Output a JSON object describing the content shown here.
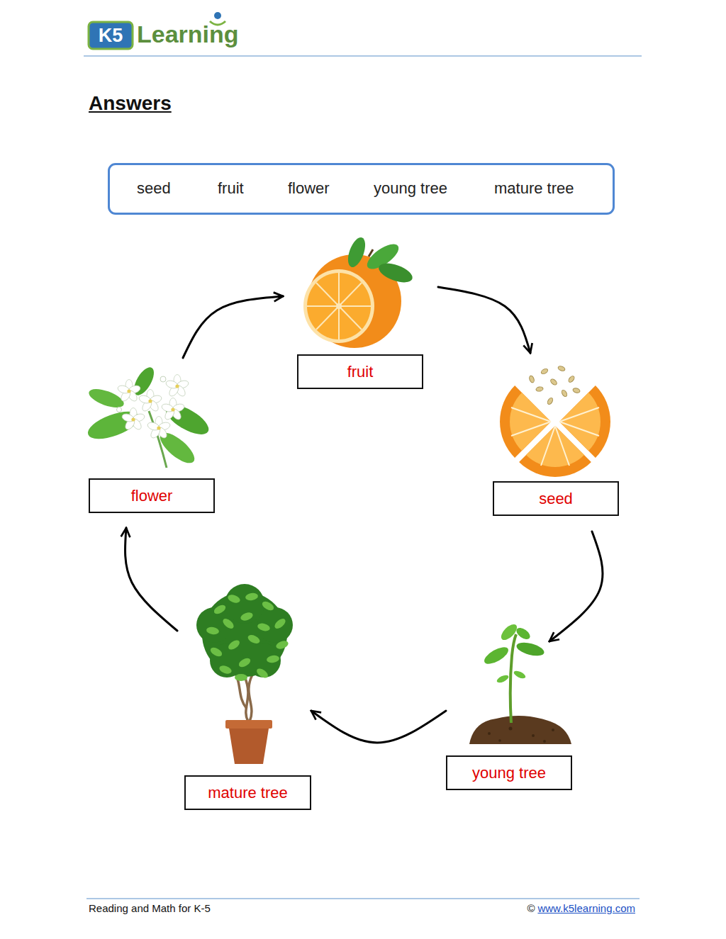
{
  "diagram": {
    "title": "Answers",
    "nodes": [
      {
        "text": [
          "seed",
          "fruit",
          "flower",
          "young tree",
          "mature tree"
        ]
      },
      {
        "text": [
          "fruit"
        ]
      },
      {
        "text": [
          "seed"
        ]
      },
      {
        "text": [
          "young tree"
        ]
      },
      {
        "text": [
          "mature tree"
        ]
      },
      {
        "text": [
          "flower"
        ]
      }
    ],
    "edges": [
      {
        "from": 1,
        "to": 2,
        "arrow": "to"
      },
      {
        "from": 2,
        "to": 3,
        "arrow": "to"
      },
      {
        "from": 3,
        "to": 4,
        "arrow": "to"
      },
      {
        "from": 4,
        "to": 5,
        "arrow": "to"
      },
      {
        "from": 5,
        "to": 1,
        "arrow": "to"
      }
    ],
    "labels": [
      "K5",
      "Learning",
      "Reading and Math for K-5",
      "©",
      "www.k5learning.com"
    ]
  }
}
